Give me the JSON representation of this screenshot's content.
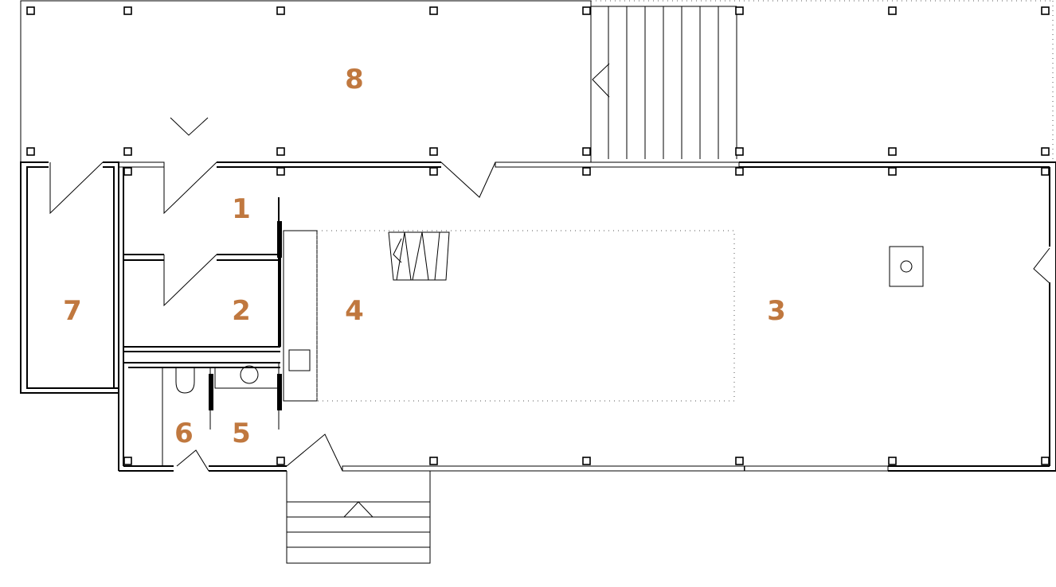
{
  "rooms": [
    {
      "label": "1"
    },
    {
      "label": "2"
    },
    {
      "label": "3"
    },
    {
      "label": "4"
    },
    {
      "label": "5"
    },
    {
      "label": "6"
    },
    {
      "label": "7"
    },
    {
      "label": "8"
    }
  ],
  "colors": {
    "label": "#c0783f",
    "line": "#000000"
  }
}
